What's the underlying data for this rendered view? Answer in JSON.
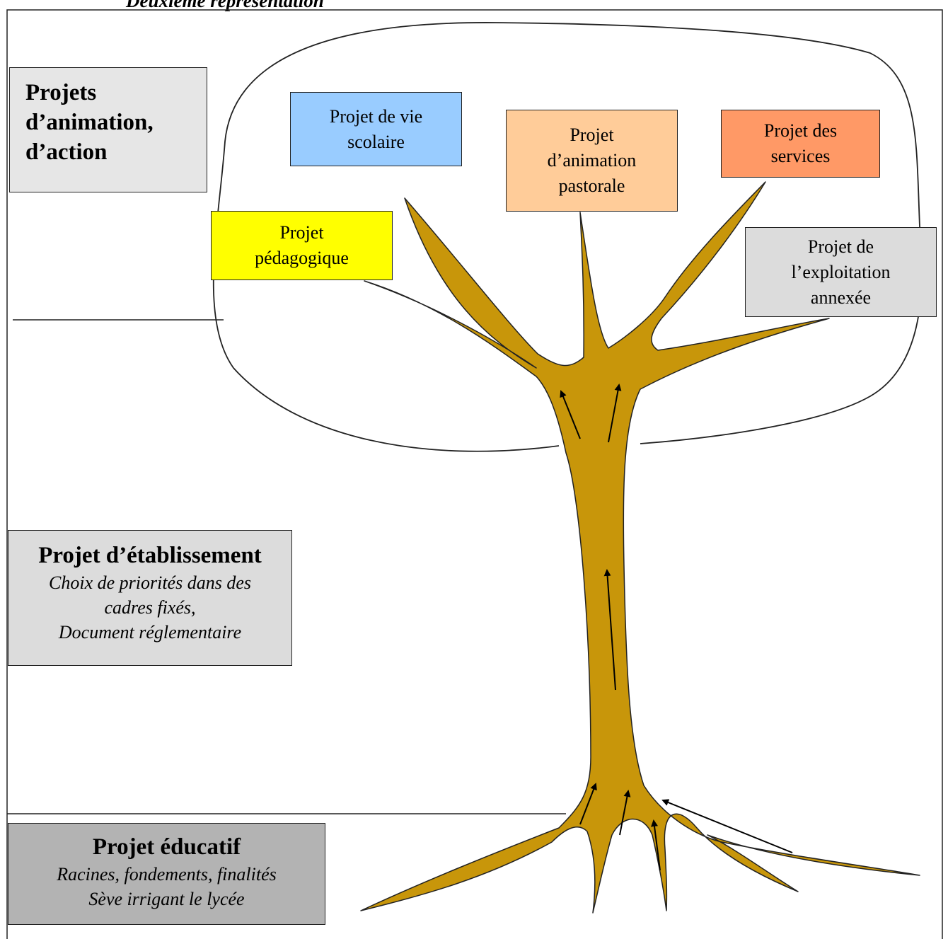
{
  "heading": "Deuxième représentation",
  "colors": {
    "trunk": "#c8960a",
    "vie_scolaire": "#99ccff",
    "pastorale": "#ffcc99",
    "services": "#ff9966",
    "pedagogique": "#ffff00",
    "exploitation": "#dcdcdc",
    "level_light": "#e6e6e6",
    "level_mid": "#dcdcdc",
    "level_dark": "#b3b3b3"
  },
  "levels": {
    "animation": {
      "lines": [
        "Projets",
        "d’animation,",
        "d’action"
      ]
    },
    "etablissement": {
      "title": "Projet d’établissement",
      "subtitle_lines": [
        "Choix de priorités dans des",
        "cadres fixés,",
        "Document réglementaire"
      ]
    },
    "educatif": {
      "title": "Projet éducatif",
      "subtitle_lines": [
        "Racines, fondements, finalités",
        "Sève irrigant le lycée"
      ]
    }
  },
  "branches": {
    "vie_scolaire": [
      "Projet de vie",
      "scolaire"
    ],
    "pastorale": [
      "Projet",
      "d’animation",
      "pastorale"
    ],
    "services": [
      "Projet des",
      "services"
    ],
    "pedagogique": [
      "Projet",
      "pédagogique"
    ],
    "exploitation": [
      "Projet de",
      "l’exploitation",
      "annexée"
    ]
  }
}
